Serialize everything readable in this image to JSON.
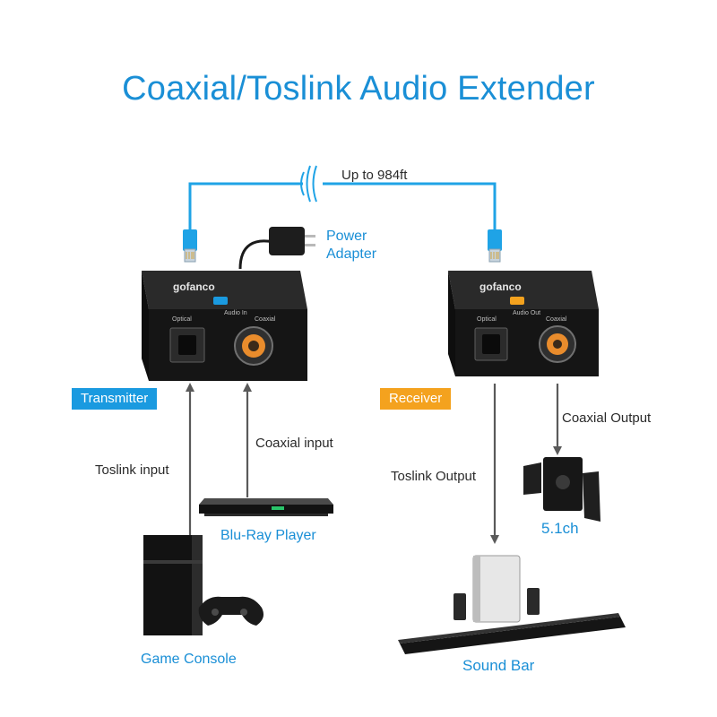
{
  "title": "Coaxial/Toslink Audio Extender",
  "cable": {
    "distance_label": "Up to 984ft"
  },
  "power": {
    "label_line1": "Power",
    "label_line2": "Adapter"
  },
  "transmitter": {
    "badge": "Transmitter",
    "badge_color": "#1a9ae0",
    "brand": "gofanco",
    "port_group_label": "Audio In",
    "port_optical": "Optical",
    "port_coaxial": "Coaxial"
  },
  "receiver": {
    "badge": "Receiver",
    "badge_color": "#f4a21e",
    "brand": "gofanco",
    "port_group_label": "Audio Out",
    "port_optical": "Optical",
    "port_coaxial": "Coaxial"
  },
  "inputs": {
    "toslink": "Toslink input",
    "coaxial": "Coaxial input"
  },
  "outputs": {
    "toslink": "Toslink Output",
    "coaxial": "Coaxial Output"
  },
  "devices": {
    "bluray": "Blu-Ray Player",
    "console": "Game Console",
    "speakers": "5.1ch",
    "soundbar": "Sound Bar"
  },
  "colors": {
    "accent": "#1a8fd6",
    "cable": "#1fa3e6",
    "arrow": "#5a5a5a",
    "device_body": "#151515"
  }
}
